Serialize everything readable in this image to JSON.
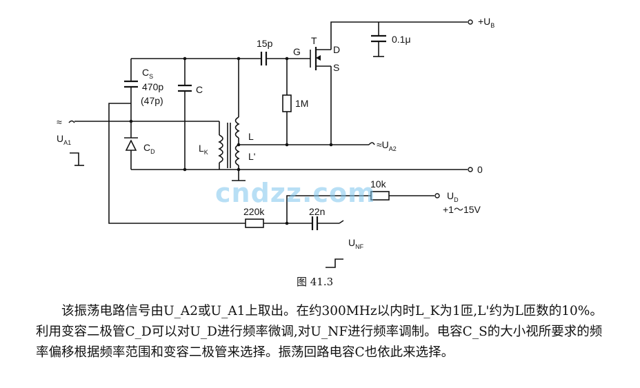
{
  "labels": {
    "supply_plus": "+U",
    "supply_sub": "B",
    "cap_supply": "0.1μ",
    "cap_coupling": "15p",
    "transistor": "T",
    "gate": "G",
    "drain": "D",
    "source": "S",
    "resistor_gate": "1M",
    "cap_cs": "C",
    "cap_cs_sub": "S",
    "cap_cs_value": "470p",
    "cap_cs_alt": "(47p)",
    "cap_c": "C",
    "varactor": "C",
    "varactor_sub": "D",
    "coil_lk": "L",
    "coil_lk_sub": "K",
    "coil_l": "L",
    "coil_lprime": "L'",
    "input_approx": "≈",
    "input_u": "U",
    "input_u_sub": "A1",
    "output_u": "≈U",
    "output_u_sub": "A2",
    "ground_terminal": "0",
    "resistor_10k": "10k",
    "ud_u": "U",
    "ud_sub": "D",
    "ud_range": "+1～15V",
    "resistor_220k": "220k",
    "cap_22n": "22n",
    "unf_u": "U",
    "unf_sub": "NF"
  },
  "watermark": "cndzz.com",
  "caption": "图 41.3",
  "description": "该振荡电路信号由U_A2或U_A1上取出。在约300MHz以内时L_K为1匝,L'约为L匝数的10%。利用变容二极管C_D可以对U_D进行频率微调,对U_NF进行频率调制。电容C_S的大小视所要求的频率偏移根据频率范围和变容二极管来选择。振荡回路电容C也依此来选择。"
}
